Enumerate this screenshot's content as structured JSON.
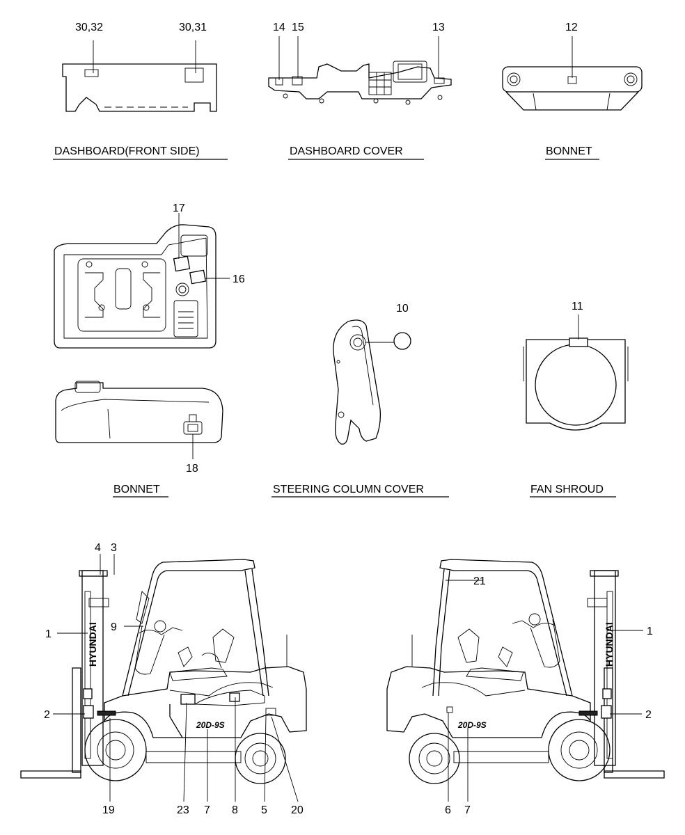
{
  "captions": {
    "dashboard_front": "DASHBOARD(FRONT SIDE)",
    "dashboard_cover": "DASHBOARD COVER",
    "bonnet_top": "BONNET",
    "bonnet_bottom": "BONNET",
    "steering_column_cover": "STEERING COLUMN COVER",
    "fan_shroud": "FAN SHROUD"
  },
  "callouts": {
    "c30_32": "30,32",
    "c30_31": "30,31",
    "c14": "14",
    "c15": "15",
    "c13": "13",
    "c12": "12",
    "c17": "17",
    "c16": "16",
    "c10": "10",
    "c11": "11",
    "c18": "18",
    "left_4": "4",
    "left_3": "3",
    "left_9": "9",
    "left_1": "1",
    "left_2": "2",
    "left_19": "19",
    "left_23": "23",
    "left_7": "7",
    "left_8": "8",
    "left_5": "5",
    "left_20": "20",
    "right_21": "21",
    "right_1": "1",
    "right_2": "2",
    "right_6": "6",
    "right_7": "7"
  },
  "decals": {
    "brand": "HYUNDAI",
    "model_left": "20D-9S",
    "model_right": "20D-9S"
  }
}
